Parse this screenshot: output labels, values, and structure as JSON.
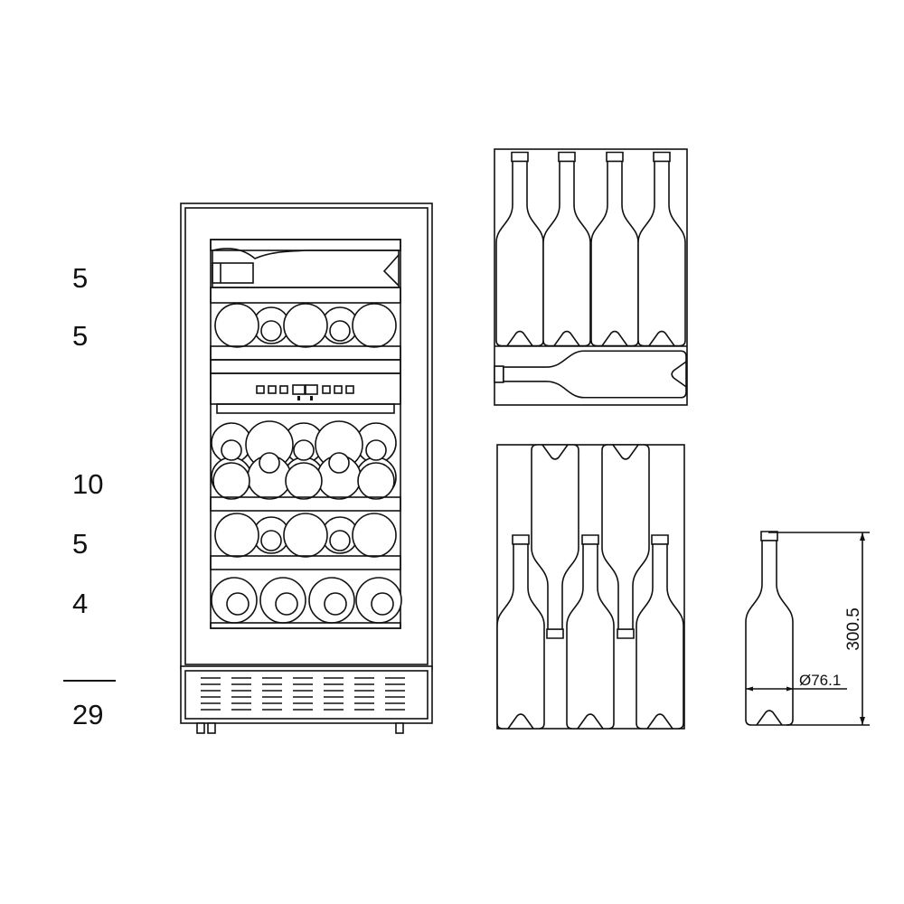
{
  "capacity": {
    "rows": [
      "5",
      "5",
      "10",
      "5",
      "4"
    ],
    "total": "29"
  },
  "dimensions": {
    "height": "300.5",
    "diameter": "Ø76.1"
  }
}
